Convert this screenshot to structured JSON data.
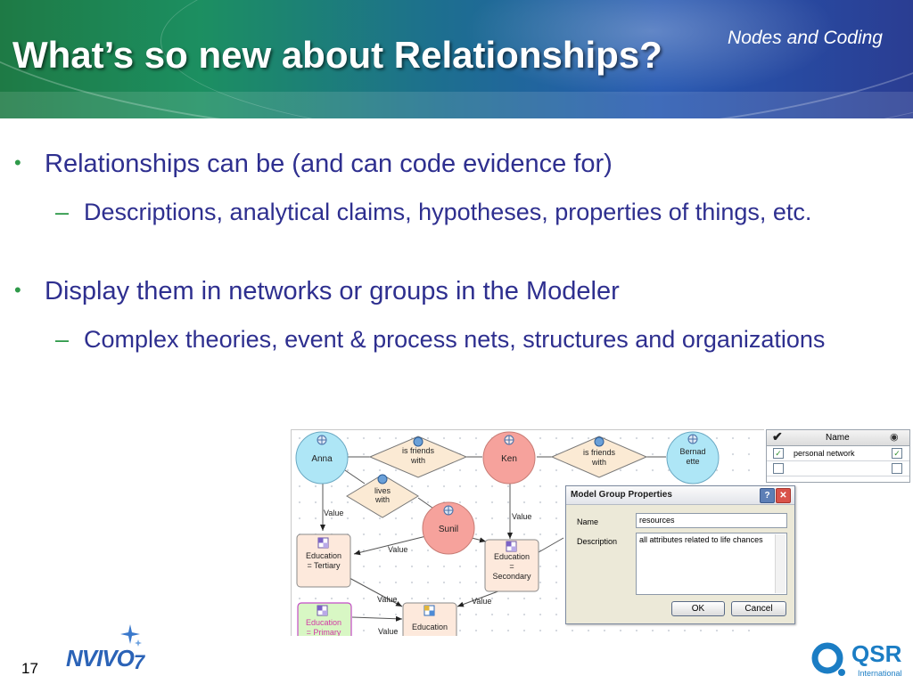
{
  "slide": {
    "title": "What’s so new about Relationships?",
    "section": "Nodes and Coding",
    "number": "17",
    "bullets": [
      {
        "text": "Relationships can be (and can code evidence for)",
        "subs": [
          "Descriptions, analytical claims, hypotheses, properties of things, etc."
        ]
      },
      {
        "text": "Display them in networks or groups in the Modeler",
        "subs": [
          "Complex theories, event & process nets, structures and organizations"
        ]
      }
    ]
  },
  "modeler": {
    "nodes": {
      "anna": "Anna",
      "ken": "Ken",
      "bernadette_1": "Bernad",
      "bernadette_2": "ette",
      "sunil": "Sunil",
      "is_friends_with_1": "is friends",
      "is_friends_with_2": "with",
      "lives_with_1": "lives",
      "lives_with_2": "with",
      "edu_tertiary_1": "Education",
      "edu_tertiary_2": "= Tertiary",
      "edu_secondary_1": "Education",
      "edu_secondary_2": "=",
      "edu_secondary_3": "Secondary",
      "edu_primary_1": "Education",
      "edu_primary_2": "= Primary",
      "education": "Education"
    },
    "edge_label": "Value"
  },
  "groups_panel": {
    "header_name": "Name",
    "rows": [
      {
        "name": "personal network",
        "checked": true,
        "visible": true
      },
      {
        "name": "",
        "checked": false,
        "visible": false
      }
    ]
  },
  "dialog": {
    "title": "Model Group Properties",
    "name_label": "Name",
    "name_value": "resources",
    "description_label": "Description",
    "description_value": "all attributes related to life chances",
    "ok": "OK",
    "cancel": "Cancel",
    "help": "?",
    "close": "✕"
  },
  "logos": {
    "nvivo": "NVIVO",
    "nvivo_version": "7",
    "qsr": "QSR",
    "qsr_sub": "International"
  },
  "colors": {
    "title_text": "#ffffff",
    "bullet_text": "#2e2f8f",
    "bullet_marker": "#2f9a4a",
    "person_node": "#aee6f6",
    "ken_node": "#f6a29c",
    "relation_node": "#fbead4",
    "edu_node": "#fde9dc",
    "edu_primary_node": "#d8f7c4"
  }
}
